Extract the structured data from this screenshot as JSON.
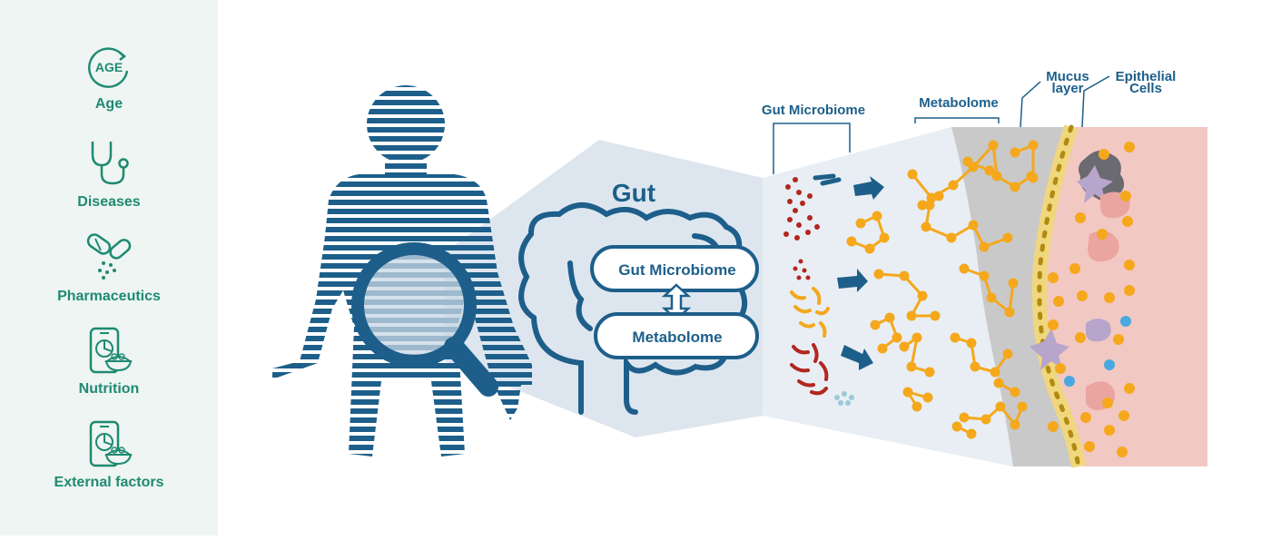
{
  "sidebar": {
    "factors": [
      {
        "label": "Age",
        "icon": "age-icon",
        "badge": "AGE"
      },
      {
        "label": "Diseases",
        "icon": "stethoscope-icon"
      },
      {
        "label": "Pharmaceutics",
        "icon": "pills-icon"
      },
      {
        "label": "Nutrition",
        "icon": "phone-food-icon"
      },
      {
        "label": "External factors",
        "icon": "phone-food-icon"
      }
    ]
  },
  "diagram": {
    "gut_title": "Gut",
    "gut_box_top": "Gut Microbiome",
    "gut_box_bottom": "Metabolome",
    "col_microbiome": "Gut Microbiome",
    "col_metabolome": "Metabolome",
    "col_mucus_line1": "Mucus",
    "col_mucus_line2": "layer",
    "col_epithelial_line1": "Epithelial",
    "col_epithelial_line2": "Cells"
  },
  "colors": {
    "sidebar_bg": "#eef5f2",
    "sidebar_text": "#1f8a72",
    "body_blue": "#1d5f8a",
    "metabolite": "#f5a81c",
    "bacteria_red": "#b3261e",
    "mucus": "#c9c9c9",
    "epithelial": "#f2c8c2"
  }
}
